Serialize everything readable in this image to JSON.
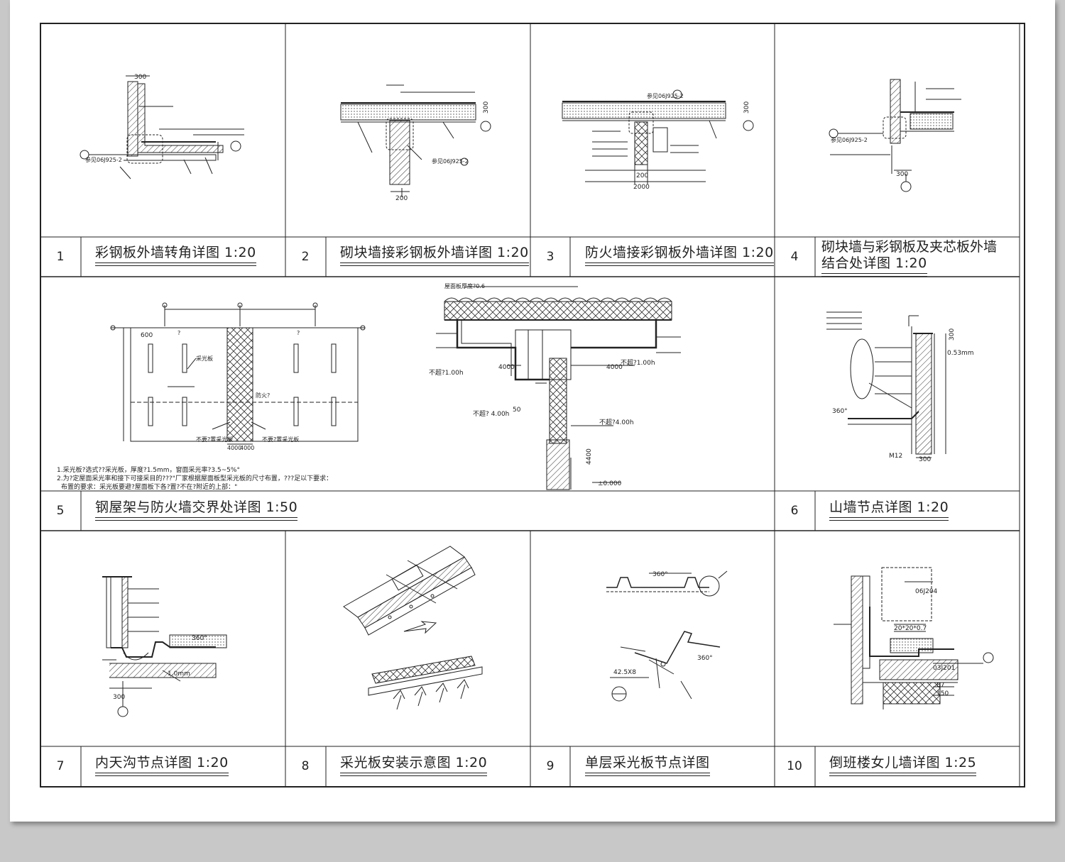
{
  "details": [
    {
      "num": "1",
      "title": "彩钢板外墙转角详图   1:20"
    },
    {
      "num": "2",
      "title": "砌块墙接彩钢板外墙详图   1:20"
    },
    {
      "num": "3",
      "title": "防火墙接彩钢板外墙详图   1:20"
    },
    {
      "num": "4",
      "title_line1": "砌块墙与彩钢板及夹芯板外墙",
      "title_line2": "结合处详图 1:20"
    },
    {
      "num": "5",
      "title": "钢屋架与防火墙交界处详图   1:50"
    },
    {
      "num": "6",
      "title": "山墙节点详图   1:20"
    },
    {
      "num": "7",
      "title": "内天沟节点详图   1:20"
    },
    {
      "num": "8",
      "title": "采光板安装示意图      1:20"
    },
    {
      "num": "9",
      "title": "单层采光板节点详图"
    },
    {
      "num": "10",
      "title": "倒班楼女儿墙详图      1:25"
    }
  ],
  "panel5_notes": {
    "line1": "1.采光板?选式??采光板，厚度?1.5mm，窗面采光率?3.5~5%°",
    "line2": "2.为?定屋面采光率和接下可接采目的???\"厂家根据屋面板型采光板的尺寸布置，???足以下要求：",
    "line3": "布置的要求：采光板要避?屋面板下各?置?不在?附近的上部：\""
  },
  "panel5_labels": {
    "skylight": "采光板",
    "firewall": "防火?",
    "no_skylight_left": "不要?置采光板",
    "no_skylight_right": "不要?置采光板",
    "roof_a": "?",
    "roof_b": "?",
    "roof_thickness": "屋面板厚度?0.6",
    "dim_4000": "4000",
    "dim_600": "600",
    "dim_4000b": "4000",
    "level_100": "不超?1.00h",
    "level_100b": "不超?1.00h",
    "level_400": "不超? 4.00h",
    "level_400b": "不超?4.00h",
    "dim_50": "50",
    "dim_4400": "4400",
    "level_zero": "±0.000",
    "dim_400_lower": "4000",
    "dim_400_lower_b": "4000"
  },
  "misc_labels": {
    "p1_300": "300",
    "p1_ref": "参见06J925-2",
    "p2_300": "300",
    "p2_200": "200",
    "p2_ref": "参见06J925-2",
    "p3_ref": "参见06J925-2",
    "p3_200": "200",
    "p3_2000": "2000",
    "p3_300": "300",
    "p4_ref": "参见06J925-2",
    "p4_300": "300",
    "p6_300": "300",
    "p6_300b": "300",
    "p6_053": "0.53mm",
    "p6_360": "360°",
    "p6_m12": "M12",
    "p7_360": "360°",
    "p7_10": "1.0mm",
    "p7_300": "300",
    "p9_360a": "360°",
    "p9_360b": "360°",
    "p9_dim": "42.5X8",
    "p10_ref1": "06J204",
    "p10_ref2": "03J201",
    "p10_dim1": "150",
    "p10_dim2": "87",
    "p10_dim3": "20*20*0.7"
  }
}
